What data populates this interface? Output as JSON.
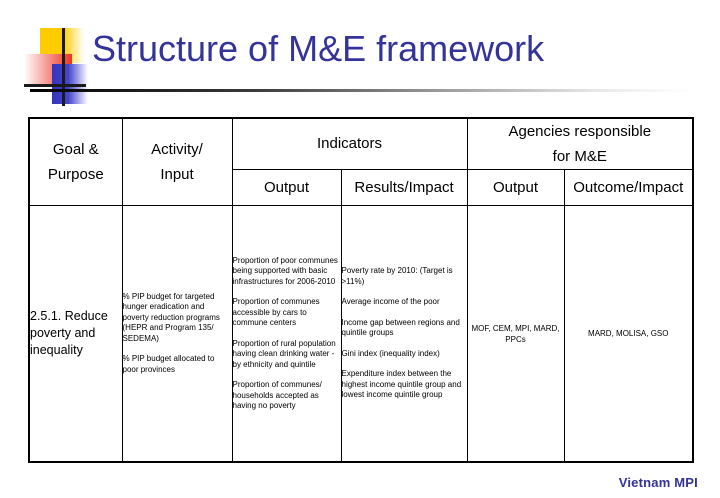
{
  "slide": {
    "title": "Structure of M&E framework",
    "title_color": "#333399",
    "decoration": {
      "yellow": "#FFCC00",
      "red": "#EE3322",
      "blue": "#3333BB",
      "crosshair": "#1a1a1a"
    }
  },
  "table": {
    "headers": {
      "goal_purpose_line1": "Goal &",
      "goal_purpose_line2": "Purpose",
      "activity_input_line1": "Activity/",
      "activity_input_line2": "Input",
      "indicators": "Indicators",
      "agencies_line1": "Agencies responsible",
      "agencies_line2": "for M&E",
      "indicators_output": "Output",
      "indicators_results_impact": "Results/Impact",
      "agencies_output": "Output",
      "agencies_outcome_impact": "Outcome/Impact"
    },
    "rows": [
      {
        "goal_purpose": "2.5.1. Reduce poverty and inequality",
        "activity_input": [
          "% PIP budget for targeted hunger eradication and poverty reduction programs (HEPR and Program 135/ SEDEMA)",
          "% PIP budget allocated to poor provinces"
        ],
        "indicators_output": [
          "Proportion of poor communes being supported with basic infrastructures for 2006-2010",
          "Proportion of communes accessible by cars to commune centers",
          "Proportion of rural population having clean drinking water -  by ethnicity and quintile",
          "Proportion of communes/ households accepted as having no poverty"
        ],
        "indicators_results_impact": [
          "Poverty rate by 2010: (Target is >11%)",
          "Average income of the poor",
          "Income gap between regions and quintile groups",
          "Gini index (inequality index)",
          "Expenditure index between the highest income quintile group and lowest income quintile group"
        ],
        "agencies_output": "MOF, CEM, MPI, MARD, PPCs",
        "agencies_outcome_impact": "MARD, MOLISA, GSO"
      }
    ]
  },
  "footer": {
    "brand": "Vietnam MPI",
    "brand_color": "#333399"
  }
}
